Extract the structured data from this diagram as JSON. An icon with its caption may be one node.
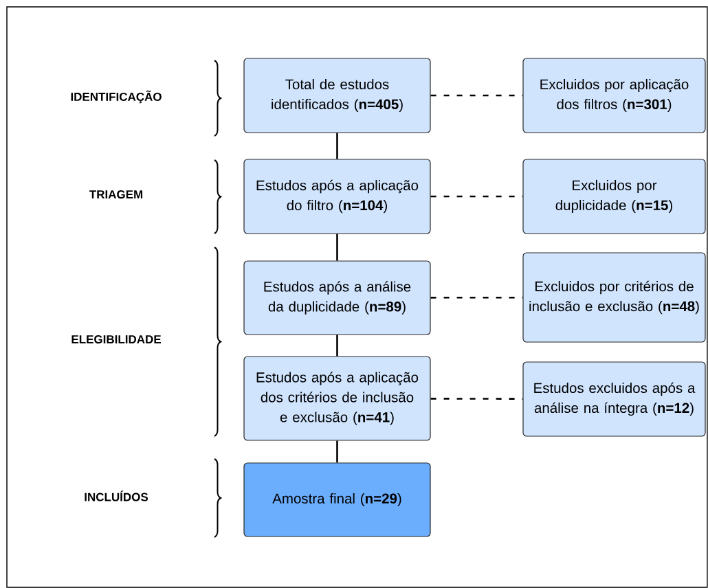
{
  "diagram": {
    "nodes": [
      {
        "text": [
          "Total de estudos identificados (**n=405**)"
        ]
      },
      {
        "text": [
          "Excluidos por aplicação dos filtros (**n=301**)"
        ]
      },
      {
        "text": [
          "Estudos após a aplicação do filtro (**n=104**)"
        ]
      },
      {
        "text": [
          "Excluidos por duplicidade (**n=15**)"
        ]
      },
      {
        "text": [
          "Estudos após a análise da duplicidade (**n=89**)"
        ]
      },
      {
        "text": [
          "Excluidos por critérios de inclusão e exclusão (**n=48**)"
        ]
      },
      {
        "text": [
          "Estudos após a aplicação dos critérios de inclusão e exclusão (**n=41**)"
        ]
      },
      {
        "text": [
          "Estudos excluidos após a análise na íntegra (**n=12**)"
        ]
      },
      {
        "text": [
          "Amostra final (**n=29**)"
        ]
      }
    ],
    "edges": [
      {
        "from": 0,
        "to": 1,
        "arrow": "none",
        "style": "dashed"
      },
      {
        "from": 0,
        "to": 2,
        "arrow": "none"
      },
      {
        "from": 2,
        "to": 3,
        "arrow": "none",
        "style": "dashed"
      },
      {
        "from": 2,
        "to": 4,
        "arrow": "none"
      },
      {
        "from": 4,
        "to": 5,
        "arrow": "none",
        "style": "dashed"
      },
      {
        "from": 4,
        "to": 6,
        "arrow": "none"
      },
      {
        "from": 6,
        "to": 7,
        "arrow": "none",
        "style": "dashed"
      },
      {
        "from": 6,
        "to": 8,
        "arrow": "none"
      }
    ],
    "labels": [
      "IDENTIFICAÇÃO",
      "TRIAGEM",
      "ELEGIBILIDADE",
      "INCLUÍDOS"
    ]
  }
}
